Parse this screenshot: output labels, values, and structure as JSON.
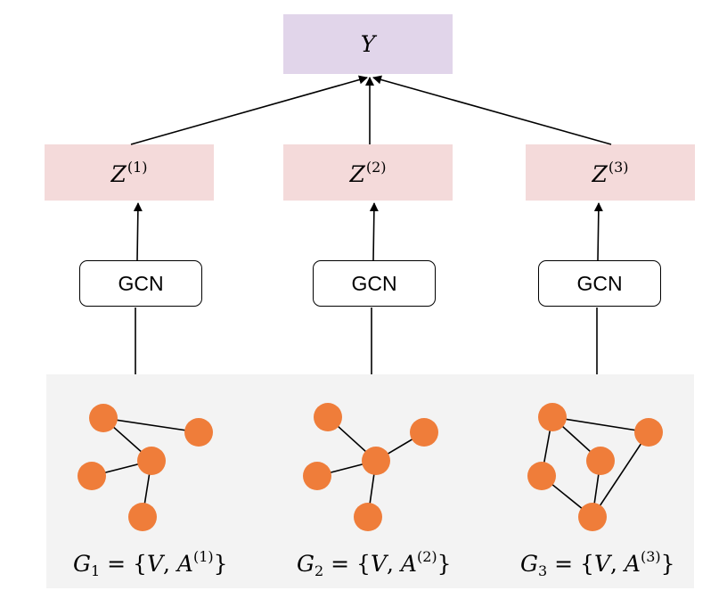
{
  "nodes": {
    "output": {
      "label": "Y",
      "color": "#e1d5ea"
    },
    "embeddings": [
      {
        "base": "Z",
        "superscript": "(1)",
        "color": "#f4dada"
      },
      {
        "base": "Z",
        "superscript": "(2)",
        "color": "#f4dada"
      },
      {
        "base": "Z",
        "superscript": "(3)",
        "color": "#f4dada"
      }
    ],
    "encoders": [
      {
        "label": "GCN"
      },
      {
        "label": "GCN"
      },
      {
        "label": "GCN"
      }
    ]
  },
  "graphs": [
    {
      "name": "G",
      "index": "1",
      "eq": "= {",
      "v": "V",
      "comma": ",",
      "a": "A",
      "superscript": "(1)",
      "close": "}"
    },
    {
      "name": "G",
      "index": "2",
      "eq": "= {",
      "v": "V",
      "comma": ",",
      "a": "A",
      "superscript": "(2)",
      "close": "}"
    },
    {
      "name": "G",
      "index": "3",
      "eq": "= {",
      "v": "V",
      "comma": ",",
      "a": "A",
      "superscript": "(3)",
      "close": "}"
    }
  ],
  "style": {
    "node_color": "#ef7d3a",
    "panel_color": "#f3f3f3",
    "edge_color": "#000000"
  }
}
